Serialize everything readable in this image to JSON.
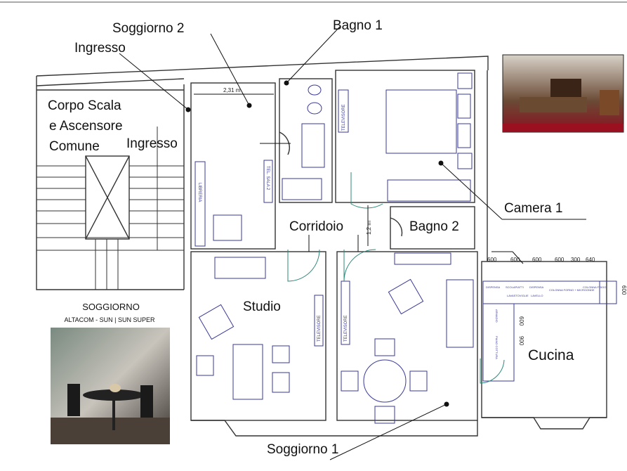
{
  "rooms": {
    "soggiorno2": "Soggiorno 2",
    "bagno1": "Bagno 1",
    "ingresso_top": "Ingresso",
    "corpo_scala": [
      "Corpo Scala",
      "e Ascensore",
      "Comune"
    ],
    "ingresso": "Ingresso",
    "camera1": "Camera 1",
    "corridoio": "Corridoio",
    "bagno2": "Bagno 2",
    "studio": "Studio",
    "cucina": "Cucina",
    "soggiorno1": "Soggiorno 1"
  },
  "furniture_labels": {
    "libreria": "LIBRERIA",
    "tel_sala2": "TEL. SALA 2",
    "televisore": "TELEVISORE",
    "dispensa": "DISPENSA",
    "scolapiatti": "SCOLAPIATTI",
    "lavastoviglie": "LAVASTOVIGLIE",
    "lavello": "LAVELLO",
    "colonna_forno": "COLONNA FORNO + MICROONDE",
    "colonna_frigo": "COLONNA FRIGO",
    "armadio": "ARMADIO",
    "piano_cottura": "PIANO COTTURA"
  },
  "dimensions": {
    "sogg2_width": "2,31 m",
    "corridor_width": "1,2 m",
    "kitchen_top": [
      "600",
      "600",
      "600",
      "600",
      "300",
      "640"
    ],
    "kitchen_left": [
      "600",
      "900"
    ],
    "kitchen_right": "600"
  },
  "photo_caption": {
    "title": "SOGGIORNO",
    "subtitle": "ALTACOM - SUN | SUN SUPER"
  },
  "colors": {
    "walls": "#333333",
    "furniture": "#3a3a9a",
    "doors": "#2a8a7a"
  }
}
